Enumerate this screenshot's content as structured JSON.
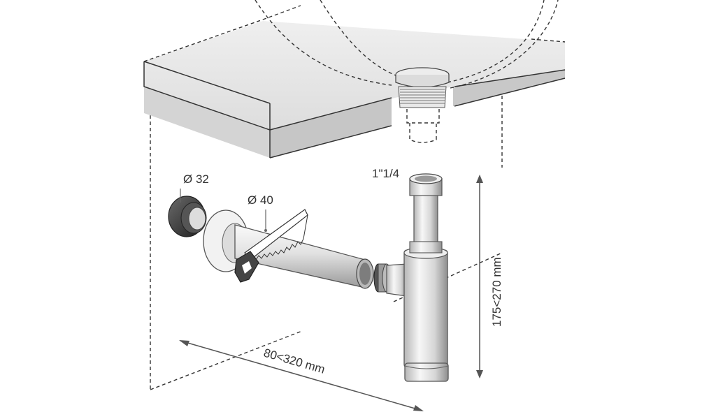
{
  "labels": {
    "diameter_32": "Ø 32",
    "diameter_40": "Ø 40",
    "thread_size": "1\"1/4",
    "height_range": "175<270 mm",
    "depth_range": "80<320 mm"
  },
  "colors": {
    "countertop_top": "#e6e6e6",
    "countertop_side": "#cfcfcf",
    "metal_light": "#f4f4f4",
    "metal_mid": "#cfcfcf",
    "metal_dark": "#8a8a8a",
    "rubber": "#333333",
    "line": "#333333"
  }
}
